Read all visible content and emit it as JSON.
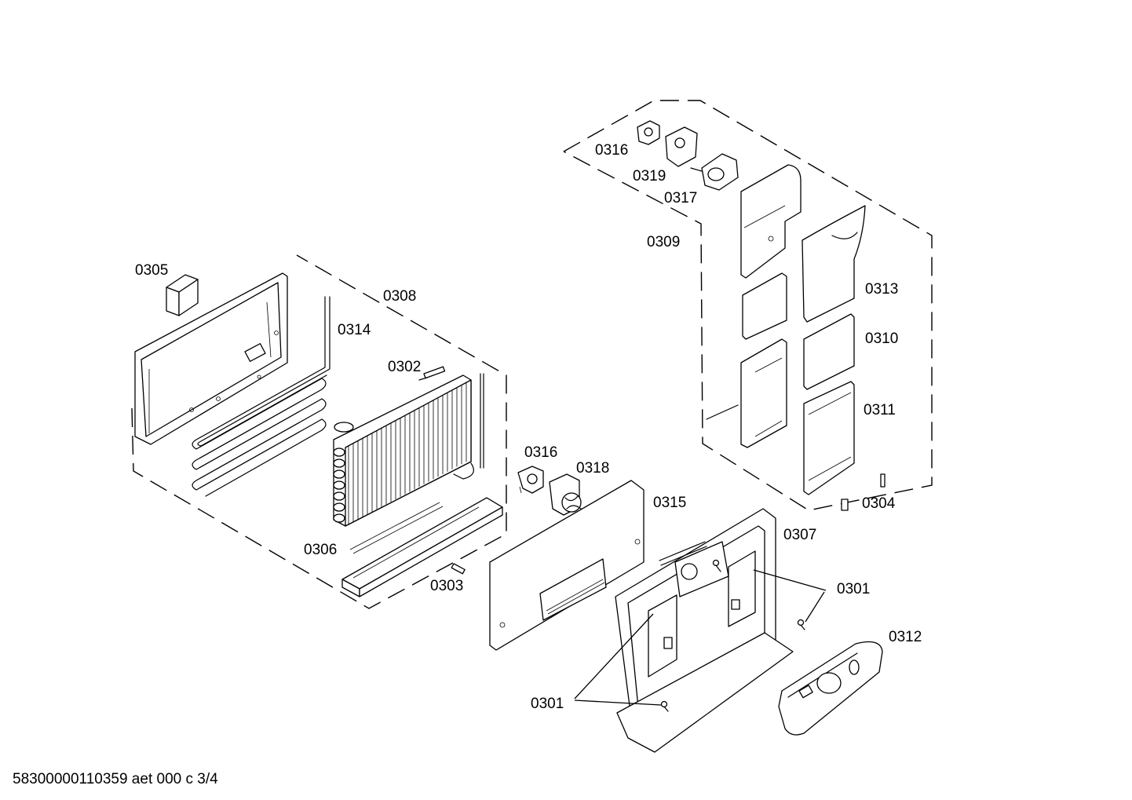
{
  "drawing": {
    "footer": "58300000110359 aet 000 c 3/4",
    "labels": {
      "p0316a": "0316",
      "p0319": "0319",
      "p0317": "0317",
      "p0309": "0309",
      "p0313": "0313",
      "p0310": "0310",
      "p0311": "0311",
      "p0304": "0304",
      "p0305": "0305",
      "p0308": "0308",
      "p0314": "0314",
      "p0302": "0302",
      "p0316b": "0316",
      "p0318": "0318",
      "p0315": "0315",
      "p0307": "0307",
      "p0306": "0306",
      "p0303": "0303",
      "p0301a": "0301",
      "p0312": "0312",
      "p0301b": "0301"
    }
  }
}
